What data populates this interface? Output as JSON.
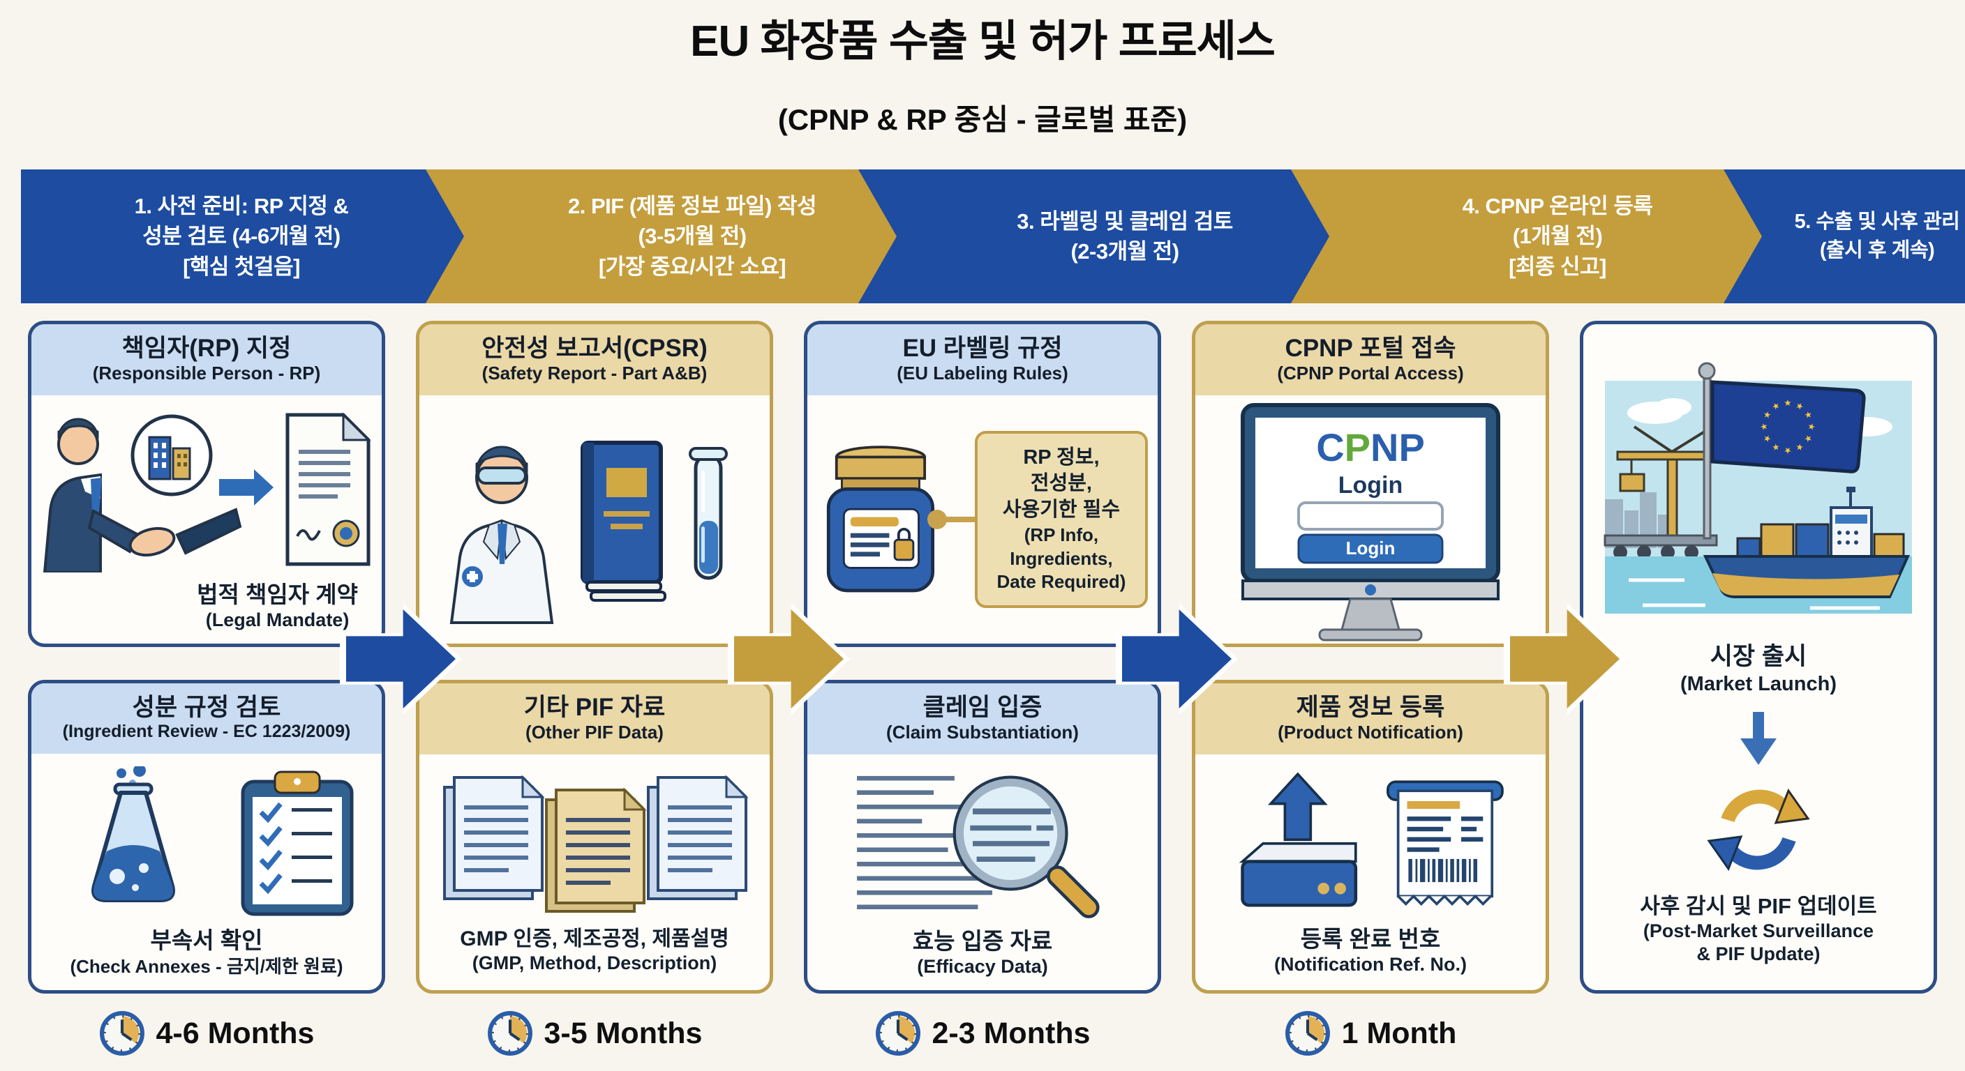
{
  "title": "EU 화장품 수출 및 허가 프로세스",
  "subtitle": "(CPNP & RP 중심 - 글로벌 표준)",
  "colors": {
    "primary_blue": "#1d4ca0",
    "gold": "#c49d3d",
    "light_blue_header": "#cadcf2",
    "tan_header": "#ead8a6",
    "navy_border": "#2d4e85",
    "gold_border": "#bfa04e",
    "callout_bg": "#eedfb2",
    "eu_flag_blue": "#1d3f94",
    "star_gold": "#f2c63f"
  },
  "steps": [
    {
      "line1": "1. 사전 준비: RP 지정 &",
      "line2": "성분 검토 (4-6개월 전)",
      "line3": "[핵심 첫걸음]",
      "color": "blue"
    },
    {
      "line1": "2. PIF (제품 정보 파일) 작성",
      "line2": "(3-5개월 전)",
      "line3": "[가장 중요/시간 소요]",
      "color": "gold"
    },
    {
      "line1": "3. 라벨링 및 클레임 검토",
      "line2": "(2-3개월 전)",
      "color": "blue"
    },
    {
      "line1": "4. CPNP 온라인 등록",
      "line2": "(1개월 전)",
      "line3": "[최종 신고]",
      "color": "gold"
    },
    {
      "line1": "5. 수출 및 사후 관리",
      "line2": "(출시 후 계속)",
      "color": "blue"
    }
  ],
  "cards": {
    "rp": {
      "title_ko": "책임자(RP) 지정",
      "title_en": "(Responsible Person - RP)",
      "caption_ko": "법적 책임자 계약",
      "caption_en": "(Legal Mandate)"
    },
    "ingredient": {
      "title_ko": "성분 규정 검토",
      "title_en": "(Ingredient Review - EC 1223/2009)",
      "caption_ko": "부속서 확인",
      "caption_en": "(Check Annexes - 금지/제한 원료)"
    },
    "cpsr": {
      "title_ko": "안전성 보고서(CPSR)",
      "title_en": "(Safety Report - Part A&B)"
    },
    "pif": {
      "title_ko": "기타 PIF 자료",
      "title_en": "(Other PIF Data)",
      "caption_ko": "GMP 인증, 제조공정, 제품설명",
      "caption_en": "(GMP, Method, Description)"
    },
    "labeling": {
      "title_ko": "EU 라벨링 규정",
      "title_en": "(EU Labeling Rules)",
      "callout": [
        "RP 정보,",
        "전성분,",
        "사용기한 필수",
        "(RP Info,",
        "Ingredients,",
        "Date Required)"
      ]
    },
    "claim": {
      "title_ko": "클레임 입증",
      "title_en": "(Claim Substantiation)",
      "caption_ko": "효능 입증 자료",
      "caption_en": "(Efficacy Data)"
    },
    "portal": {
      "title_ko": "CPNP 포털 접속",
      "title_en": "(CPNP Portal Access)",
      "logo_letters": [
        "C",
        "P",
        "N",
        "P"
      ],
      "login_title": "Login",
      "login_button": "Login"
    },
    "notification": {
      "title_ko": "제품 정보 등록",
      "title_en": "(Product Notification)",
      "caption_ko": "등록 완료 번호",
      "caption_en": "(Notification Ref. No.)"
    },
    "launch": {
      "caption_ko": "시장 출시",
      "caption_en": "(Market Launch)",
      "post_ko": "사후 감시 및 PIF 업데이트",
      "post_en1": "(Post-Market Surveillance",
      "post_en2": "& PIF Update)"
    }
  },
  "timers": {
    "t1": "4-6 Months",
    "t2": "3-5 Months",
    "t3": "2-3 Months",
    "t4": "1 Month"
  }
}
